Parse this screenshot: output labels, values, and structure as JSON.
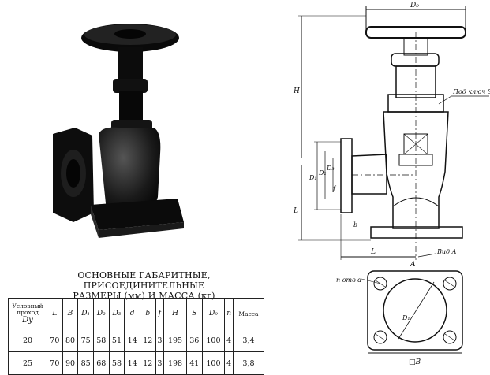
{
  "heading": {
    "line1": "ОСНОВНЫЕ ГАБАРИТНЫЕ, ПРИСОЕДИНИТЕЛЬНЫЕ",
    "line2": "РАЗМЕРЫ (мм) И МАССА (кг)"
  },
  "table": {
    "columns": [
      "Условный проход",
      "Dy",
      "L",
      "B",
      "D₁",
      "D₂",
      "D₃",
      "d",
      "b",
      "f",
      "H",
      "S",
      "D₀",
      "n",
      "Масса"
    ],
    "rows": [
      [
        "20",
        "70",
        "80",
        "75",
        "58",
        "51",
        "14",
        "12",
        "3",
        "195",
        "36",
        "100",
        "4",
        "3,4"
      ],
      [
        "25",
        "70",
        "90",
        "85",
        "68",
        "58",
        "14",
        "12",
        "3",
        "198",
        "41",
        "100",
        "4",
        "3,8"
      ]
    ]
  },
  "drawing": {
    "labels": {
      "D0": "D₀",
      "H": "H",
      "L_vertical": "L",
      "wrench": "Под ключ S",
      "D1": "D₁",
      "D2": "D₂",
      "D3": "D₃",
      "f": "f",
      "b": "b",
      "L_horizontal": "L",
      "A": "A",
      "view": "Вид A",
      "holes": "n отв d",
      "B": "□B",
      "D1_bottom": "D₁"
    }
  },
  "colors": {
    "ink": "#111111",
    "paper": "#ffffff"
  }
}
